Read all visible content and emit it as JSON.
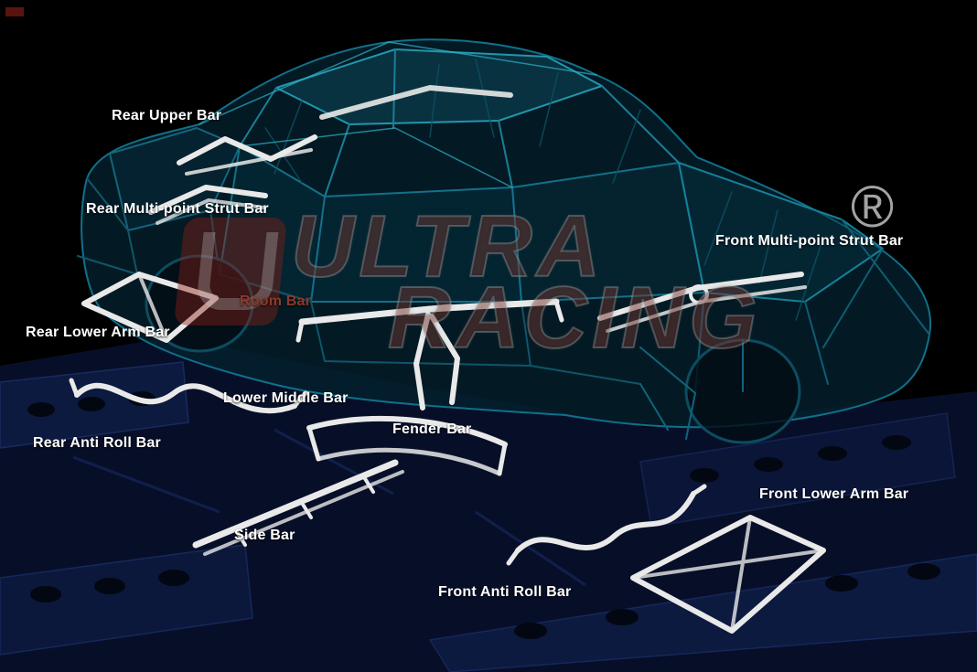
{
  "trademark": {
    "symbol": "®"
  },
  "watermark": {
    "line1": "ULTRA",
    "line2": "RACING"
  },
  "colors": {
    "background": "#000000",
    "label_default": "#ffffff",
    "room_bar_label": "#8b3a2a",
    "bar_highlight": "#e9e9e9",
    "chassis_teal": "#1486a0",
    "platform_navy": "#0c1a40"
  },
  "labels": [
    {
      "id": "rear-upper-bar",
      "text": "Rear Upper Bar"
    },
    {
      "id": "rear-multi-point-strut-bar",
      "text": "Rear Multi-point Strut Bar"
    },
    {
      "id": "front-multi-point-strut-bar",
      "text": "Front Multi-point Strut Bar"
    },
    {
      "id": "room-bar",
      "text": "Room Bar"
    },
    {
      "id": "rear-lower-arm-bar",
      "text": "Rear Lower Arm Bar"
    },
    {
      "id": "lower-middle-bar",
      "text": "Lower Middle Bar"
    },
    {
      "id": "fender-bar",
      "text": "Fender Bar"
    },
    {
      "id": "rear-anti-roll-bar",
      "text": "Rear Anti Roll Bar"
    },
    {
      "id": "front-lower-arm-bar",
      "text": "Front Lower Arm Bar"
    },
    {
      "id": "side-bar",
      "text": "Side Bar"
    },
    {
      "id": "front-anti-roll-bar",
      "text": "Front Anti Roll Bar"
    }
  ]
}
